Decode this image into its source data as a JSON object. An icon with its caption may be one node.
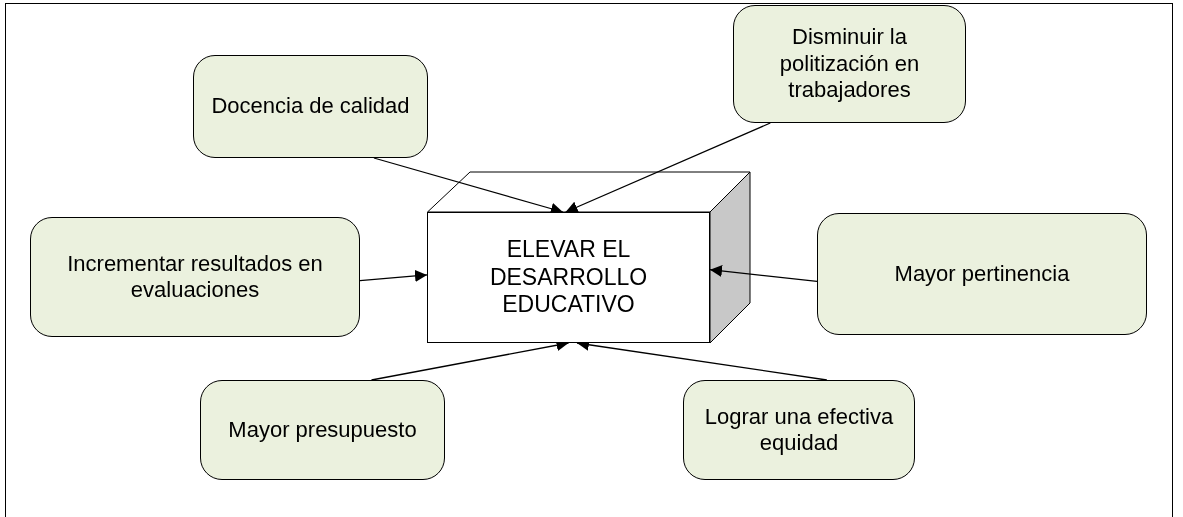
{
  "diagram": {
    "nodes": [
      {
        "text": [
          "ELEVAR EL DESARROLLO EDUCATIVO"
        ]
      },
      {
        "text": [
          "Docencia de calidad"
        ]
      },
      {
        "text": [
          "Disminuir la politización en trabajadores"
        ]
      },
      {
        "text": [
          "Incrementar resultados en evaluaciones"
        ]
      },
      {
        "text": [
          "Mayor pertinencia"
        ]
      },
      {
        "text": [
          "Mayor presupuesto"
        ]
      },
      {
        "text": [
          "Lograr una efectiva equidad"
        ]
      }
    ],
    "edges": [
      {
        "from": 1,
        "to": 0,
        "arrow": "to"
      },
      {
        "from": 2,
        "to": 0,
        "arrow": "to"
      },
      {
        "from": 3,
        "to": 0,
        "arrow": "to"
      },
      {
        "from": 4,
        "to": 0,
        "arrow": "to"
      },
      {
        "from": 5,
        "to": 0,
        "arrow": "to"
      },
      {
        "from": 6,
        "to": 0,
        "arrow": "to"
      }
    ]
  }
}
